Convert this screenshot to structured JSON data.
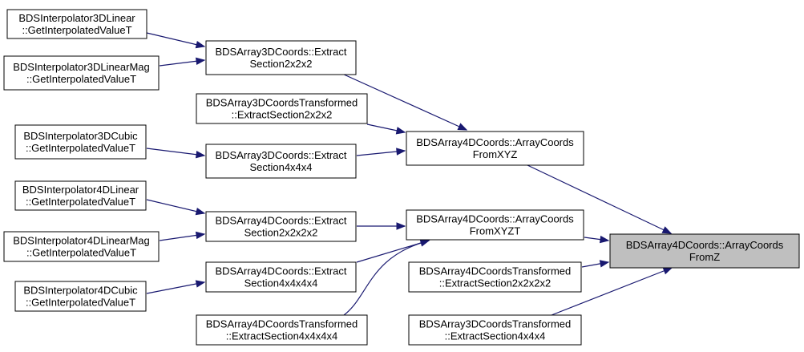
{
  "graph": {
    "edge_color": "#191970",
    "target_fill": "#bfbfbf",
    "nodes": [
      {
        "id": "n1",
        "lines": [
          "BDSInterpolator3DLinear",
          "::GetInterpolatedValueT"
        ]
      },
      {
        "id": "n2",
        "lines": [
          "BDSInterpolator3DLinearMag",
          "::GetInterpolatedValueT"
        ]
      },
      {
        "id": "n3",
        "lines": [
          "BDSArray3DCoords::Extract",
          "Section2x2x2"
        ]
      },
      {
        "id": "n4",
        "lines": [
          "BDSArray3DCoordsTransformed",
          "::ExtractSection2x2x2"
        ]
      },
      {
        "id": "n5",
        "lines": [
          "BDSInterpolator3DCubic",
          "::GetInterpolatedValueT"
        ]
      },
      {
        "id": "n6",
        "lines": [
          "BDSArray3DCoords::Extract",
          "Section4x4x4"
        ]
      },
      {
        "id": "n7",
        "lines": [
          "BDSArray4DCoords::ArrayCoords",
          "FromXYZ"
        ]
      },
      {
        "id": "n8",
        "lines": [
          "BDSInterpolator4DLinear",
          "::GetInterpolatedValueT"
        ]
      },
      {
        "id": "n9",
        "lines": [
          "BDSArray4DCoords::Extract",
          "Section2x2x2x2"
        ]
      },
      {
        "id": "n10",
        "lines": [
          "BDSArray4DCoords::ArrayCoords",
          "FromXYZT"
        ]
      },
      {
        "id": "n11",
        "lines": [
          "BDSInterpolator4DLinearMag",
          "::GetInterpolatedValueT"
        ]
      },
      {
        "id": "n12",
        "lines": [
          "BDSArray4DCoords::ArrayCoords",
          "FromZ"
        ],
        "target": true
      },
      {
        "id": "n13",
        "lines": [
          "BDSArray4DCoords::Extract",
          "Section4x4x4x4"
        ]
      },
      {
        "id": "n14",
        "lines": [
          "BDSArray4DCoordsTransformed",
          "::ExtractSection2x2x2x2"
        ]
      },
      {
        "id": "n15",
        "lines": [
          "BDSInterpolator4DCubic",
          "::GetInterpolatedValueT"
        ]
      },
      {
        "id": "n16",
        "lines": [
          "BDSArray4DCoordsTransformed",
          "::ExtractSection4x4x4x4"
        ]
      },
      {
        "id": "n17",
        "lines": [
          "BDSArray3DCoordsTransformed",
          "::ExtractSection4x4x4"
        ]
      }
    ],
    "edges": [
      {
        "from": "n1",
        "to": "n3"
      },
      {
        "from": "n2",
        "to": "n3"
      },
      {
        "from": "n3",
        "to": "n7"
      },
      {
        "from": "n4",
        "to": "n7"
      },
      {
        "from": "n5",
        "to": "n6"
      },
      {
        "from": "n6",
        "to": "n7"
      },
      {
        "from": "n7",
        "to": "n12"
      },
      {
        "from": "n8",
        "to": "n9"
      },
      {
        "from": "n9",
        "to": "n10"
      },
      {
        "from": "n11",
        "to": "n9"
      },
      {
        "from": "n10",
        "to": "n12"
      },
      {
        "from": "n13",
        "to": "n10"
      },
      {
        "from": "n14",
        "to": "n12"
      },
      {
        "from": "n15",
        "to": "n13"
      },
      {
        "from": "n16",
        "to": "n10"
      },
      {
        "from": "n17",
        "to": "n12"
      }
    ]
  }
}
